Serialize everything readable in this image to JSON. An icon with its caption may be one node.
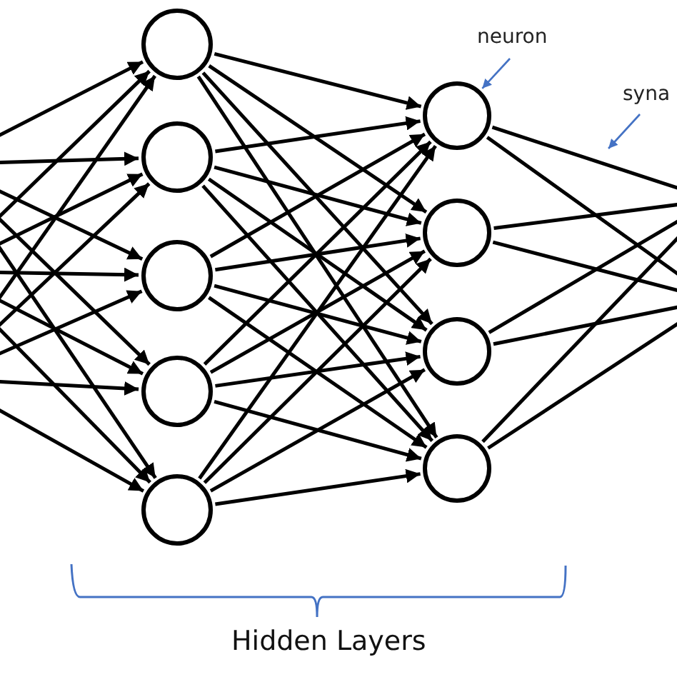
{
  "diagram": {
    "nodes": [
      {
        "text": [],
        "shape": "circle"
      },
      {
        "text": [],
        "shape": "circle"
      },
      {
        "text": [],
        "shape": "circle"
      },
      {
        "text": [],
        "shape": "circle"
      },
      {
        "text": [],
        "shape": "circle"
      },
      {
        "text": [],
        "shape": "circle"
      },
      {
        "text": [],
        "shape": "circle"
      },
      {
        "text": [],
        "shape": "circle"
      },
      {
        "text": [],
        "shape": "circle"
      },
      {
        "text": [
          "neuron"
        ]
      },
      {
        "text": [
          "syna"
        ]
      }
    ],
    "edges": [
      {
        "from": null,
        "to": 0,
        "arrow": "to"
      },
      {
        "from": null,
        "to": 0,
        "arrow": "to"
      },
      {
        "from": null,
        "to": 0,
        "arrow": "to"
      },
      {
        "from": null,
        "to": 1,
        "arrow": "to"
      },
      {
        "from": null,
        "to": 1,
        "arrow": "to"
      },
      {
        "from": null,
        "to": 1,
        "arrow": "to"
      },
      {
        "from": null,
        "to": 2,
        "arrow": "to"
      },
      {
        "from": null,
        "to": 2,
        "arrow": "to"
      },
      {
        "from": null,
        "to": 2,
        "arrow": "to"
      },
      {
        "from": null,
        "to": 3,
        "arrow": "to"
      },
      {
        "from": null,
        "to": 3,
        "arrow": "to"
      },
      {
        "from": null,
        "to": 3,
        "arrow": "to"
      },
      {
        "from": null,
        "to": 4,
        "arrow": "to"
      },
      {
        "from": null,
        "to": 4,
        "arrow": "to"
      },
      {
        "from": null,
        "to": 4,
        "arrow": "to"
      },
      {
        "from": 0,
        "to": 5,
        "arrow": "to"
      },
      {
        "from": 0,
        "to": 6,
        "arrow": "to"
      },
      {
        "from": 0,
        "to": 7,
        "arrow": "to"
      },
      {
        "from": 0,
        "to": 8,
        "arrow": "to"
      },
      {
        "from": 1,
        "to": 5,
        "arrow": "to"
      },
      {
        "from": 1,
        "to": 6,
        "arrow": "to"
      },
      {
        "from": 1,
        "to": 7,
        "arrow": "to"
      },
      {
        "from": 1,
        "to": 8,
        "arrow": "to"
      },
      {
        "from": 2,
        "to": 5,
        "arrow": "to"
      },
      {
        "from": 2,
        "to": 6,
        "arrow": "to"
      },
      {
        "from": 2,
        "to": 7,
        "arrow": "to"
      },
      {
        "from": 2,
        "to": 8,
        "arrow": "to"
      },
      {
        "from": 3,
        "to": 5,
        "arrow": "to"
      },
      {
        "from": 3,
        "to": 6,
        "arrow": "to"
      },
      {
        "from": 3,
        "to": 7,
        "arrow": "to"
      },
      {
        "from": 3,
        "to": 8,
        "arrow": "to"
      },
      {
        "from": 4,
        "to": 5,
        "arrow": "to"
      },
      {
        "from": 4,
        "to": 6,
        "arrow": "to"
      },
      {
        "from": 4,
        "to": 7,
        "arrow": "to"
      },
      {
        "from": 4,
        "to": 8,
        "arrow": "to"
      },
      {
        "from": 5,
        "to": null,
        "arrow": "none"
      },
      {
        "from": 5,
        "to": null,
        "arrow": "none"
      },
      {
        "from": 6,
        "to": null,
        "arrow": "none"
      },
      {
        "from": 6,
        "to": null,
        "arrow": "none"
      },
      {
        "from": 7,
        "to": null,
        "arrow": "none"
      },
      {
        "from": 7,
        "to": null,
        "arrow": "none"
      },
      {
        "from": 8,
        "to": null,
        "arrow": "none"
      },
      {
        "from": 8,
        "to": null,
        "arrow": "none"
      },
      {
        "from": 9,
        "to": 5,
        "arrow": "to",
        "color": "#4472c4"
      },
      {
        "from": 10,
        "to": null,
        "arrow": "to",
        "color": "#4472c4"
      }
    ],
    "labels": [
      "Hidden Layers"
    ]
  }
}
